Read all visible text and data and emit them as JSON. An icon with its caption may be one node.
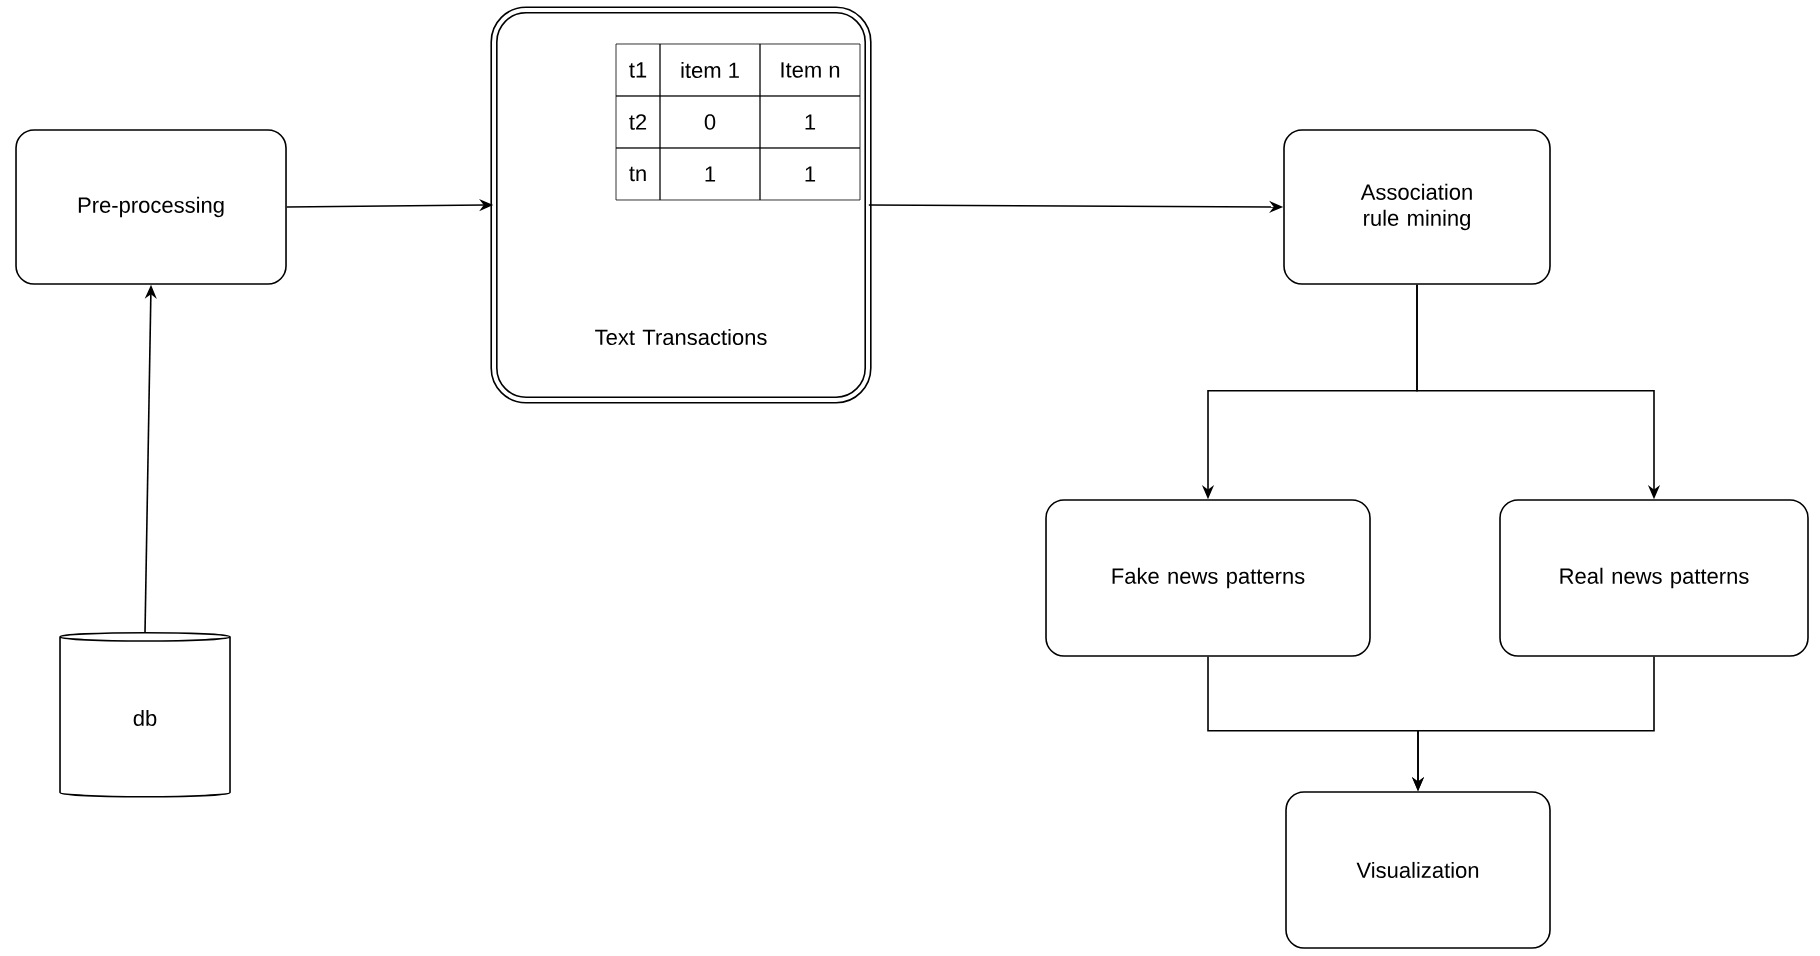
{
  "diagram": {
    "nodes": [
      {
        "text": [
          "Pre-processing"
        ]
      },
      {
        "text": [
          "Text Transactions"
        ]
      },
      {
        "text": [
          "Association rule mining"
        ]
      },
      {
        "text": [
          "Fake news patterns"
        ]
      },
      {
        "text": [
          "Real news patterns"
        ]
      },
      {
        "text": [
          "Visualization"
        ]
      },
      {
        "text": [
          "db"
        ]
      }
    ],
    "edges": [
      {
        "from": 6,
        "to": 0,
        "arrow": "to"
      },
      {
        "from": 0,
        "to": 1,
        "arrow": "to"
      },
      {
        "from": 1,
        "to": 2,
        "arrow": "to"
      },
      {
        "from": 2,
        "to": 3,
        "arrow": "to"
      },
      {
        "from": 2,
        "to": 4,
        "arrow": "to"
      },
      {
        "from": 3,
        "to": 5,
        "arrow": "to"
      },
      {
        "from": 4,
        "to": 5,
        "arrow": "to"
      }
    ],
    "labels": [
      "t1",
      "item 1",
      "Item n",
      "t2",
      "0",
      "1",
      "tn",
      "1",
      "1"
    ]
  }
}
